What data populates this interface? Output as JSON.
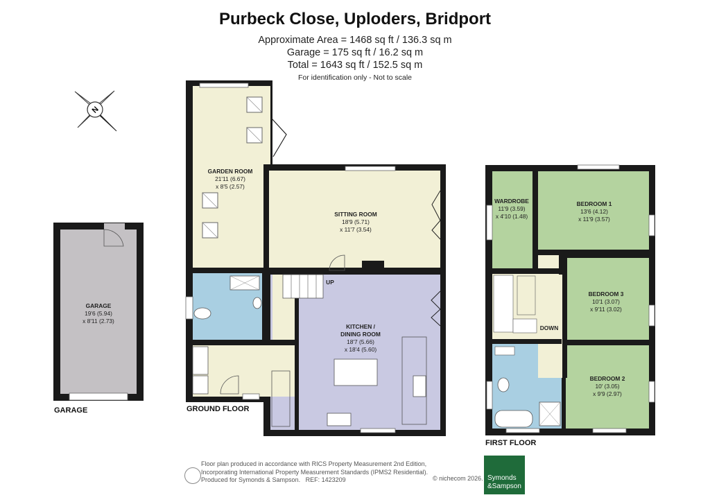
{
  "header": {
    "title": "Purbeck Close, Uploders, Bridport",
    "area_line": "Approximate Area = 1468 sq ft / 136.3 sq m",
    "garage_line": "Garage = 175 sq ft / 16.2 sq m",
    "total_line": "Total = 1643 sq ft / 152.5 sq m",
    "note": "For identification only - Not to scale"
  },
  "compass": {
    "letter": "N"
  },
  "rooms": {
    "garden": {
      "name": "GARDEN ROOM",
      "d1": "21'11 (6.67)",
      "d2": "x 8'5 (2.57)"
    },
    "sitting": {
      "name": "SITTING ROOM",
      "d1": "18'9 (5.71)",
      "d2": "x 11'7 (3.54)"
    },
    "kitchen": {
      "name1": "KITCHEN /",
      "name2": "DINING ROOM",
      "d1": "18'7 (5.66)",
      "d2": "x 18'4 (5.60)"
    },
    "garage": {
      "name": "GARAGE",
      "d1": "19'6 (5.94)",
      "d2": "x 8'11 (2.73)"
    },
    "wardrobe": {
      "name": "WARDROBE",
      "d1": "11'9 (3.59)",
      "d2": "x 4'10 (1.48)"
    },
    "bed1": {
      "name": "BEDROOM 1",
      "d1": "13'6 (4.12)",
      "d2": "x 11'9 (3.57)"
    },
    "bed3": {
      "name": "BEDROOM 3",
      "d1": "10'1 (3.07)",
      "d2": "x 9'11 (3.02)"
    },
    "bed2": {
      "name": "BEDROOM 2",
      "d1": "10' (3.05)",
      "d2": "x 9'9 (2.97)"
    }
  },
  "stairs": {
    "up": "UP",
    "down": "DOWN"
  },
  "floors": {
    "garage": "GARAGE",
    "ground": "GROUND FLOOR",
    "first": "FIRST FLOOR"
  },
  "colors": {
    "garden": "#f2f0d6",
    "kitchen": "#c9c9e2",
    "bath": "#a9cfe2",
    "bedroom": "#b4d39f",
    "garage": "#c4c1c4",
    "hall": "#f2f0d6",
    "wall": "#1a1a1a",
    "brand": "#1f6b3a"
  },
  "footer": {
    "line1": "Floor plan produced in accordance with RICS Property Measurement 2nd Edition,",
    "line2": "Incorporating International Property Measurement Standards (IPMS2 Residential).",
    "line3": "Produced for Symonds & Sampson.",
    "ref": "REF: 1423209",
    "copyright": "© nichecom 2026."
  },
  "brand": {
    "line1": "Symonds",
    "line2": "&Sampson"
  }
}
